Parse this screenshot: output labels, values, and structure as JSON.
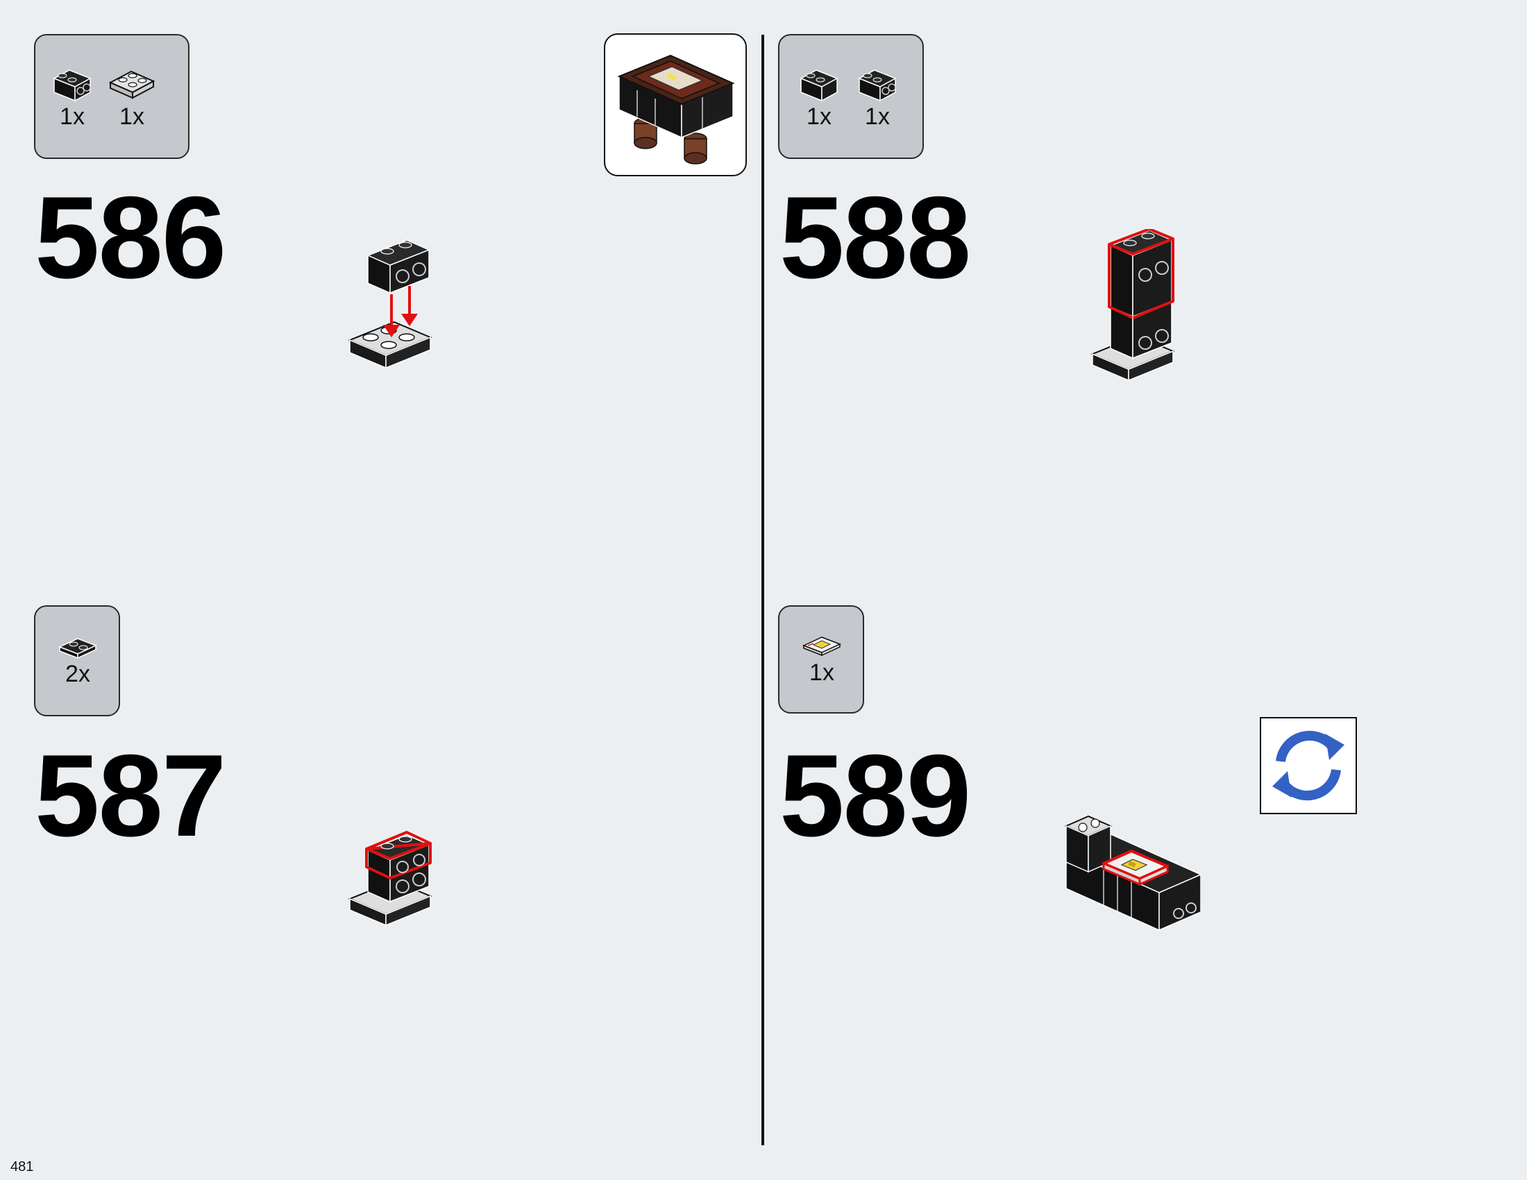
{
  "page_number": "481",
  "steps": [
    {
      "number": "586",
      "parts": [
        {
          "icon": "brick-1x2-with-side-studs-icon",
          "quantity": "1x"
        },
        {
          "icon": "plate-2x2-light-gray-icon",
          "quantity": "1x"
        }
      ]
    },
    {
      "number": "587",
      "parts": [
        {
          "icon": "plate-1x2-black-icon",
          "quantity": "2x"
        }
      ]
    },
    {
      "number": "588",
      "parts": [
        {
          "icon": "brick-1x2-black-icon",
          "quantity": "1x"
        },
        {
          "icon": "brick-1x2-with-side-studs-icon",
          "quantity": "1x"
        }
      ]
    },
    {
      "number": "589",
      "parts": [
        {
          "icon": "printed-tile-1x2-icon",
          "quantity": "1x"
        }
      ]
    }
  ],
  "colors": {
    "background": "#eceff2",
    "parts_box": "#c5c8cc",
    "highlight": "#e01010",
    "rotate_icon": "#3361c4",
    "brick": "#111111"
  },
  "icons": {
    "submodel": "submodel-preview-icon",
    "rotate": "rotate-model-icon"
  }
}
